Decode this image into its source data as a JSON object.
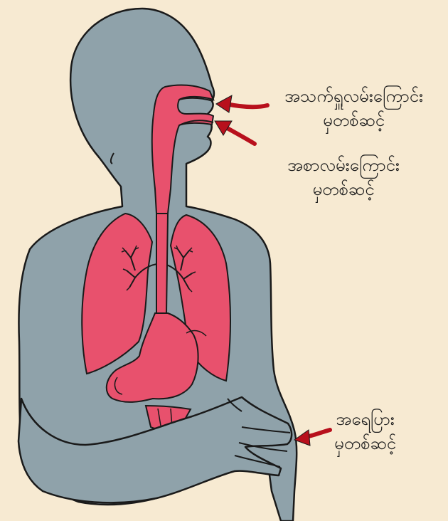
{
  "colors": {
    "background": "#f7ead2",
    "body": "#8fa2aa",
    "organs": "#e8516d",
    "arrow": "#b8101c",
    "outline": "#1a1a1a"
  },
  "callouts": {
    "airway": {
      "line1": "အသက်ရှူလမ်းကြောင်း",
      "line2": "မှတစ်ဆင့်"
    },
    "food": {
      "line1": "အစာလမ်းကြောင်း",
      "line2": "မှတစ်ဆင့်"
    },
    "skin": {
      "line1": "အရေပြား",
      "line2": "မှတစ်ဆင့်"
    }
  },
  "icons": {
    "airway_arrow": "arrow-left-icon",
    "food_arrow": "arrow-left-icon",
    "skin_arrow": "arrow-left-icon"
  }
}
